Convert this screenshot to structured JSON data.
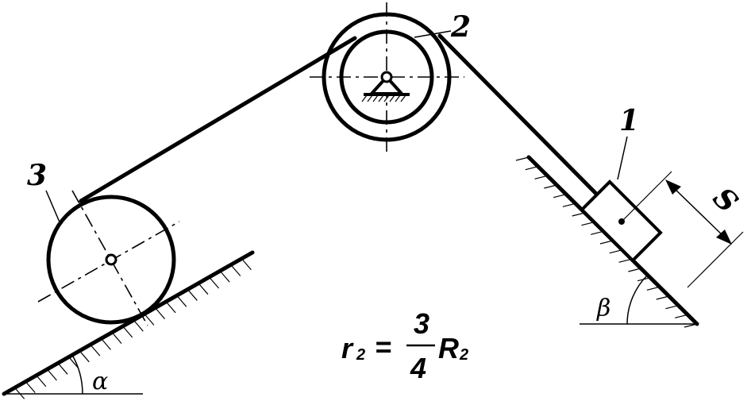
{
  "labels": {
    "body1": "1",
    "body2": "2",
    "body3": "3",
    "displacement": "S",
    "alpha": "α",
    "beta": "β"
  },
  "formula": {
    "lhs_main": "r",
    "lhs_sub": "2",
    "equals": "=",
    "numerator": "3",
    "denominator": "4",
    "rhs_main": "R",
    "rhs_sub": "2"
  }
}
